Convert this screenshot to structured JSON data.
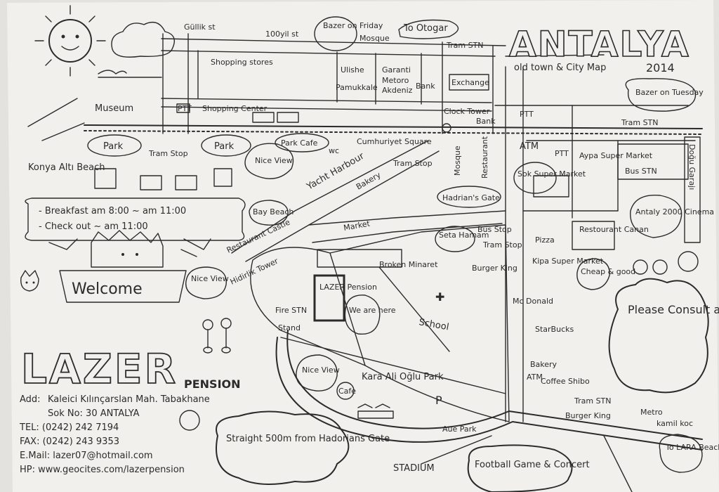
{
  "title": {
    "main": "ANTALYA",
    "sub": "old town & City Map",
    "year": "2014"
  },
  "streets": {
    "gullik": "Güllik st",
    "ikiyil": "100yil st"
  },
  "top_labels": {
    "bazar_friday": "Bazer on Friday",
    "mosque": "Mosque",
    "to_otogar": "To Otogar",
    "tram_stn_top": "Tram STN",
    "shopping_stores": "Shopping stores",
    "ulisha": "Ulishe",
    "pamukkale": "Pamukkale",
    "garanti": "Garanti",
    "metro": "Metoro",
    "akdeniz": "Akdeniz",
    "bank": "Bank",
    "exchange": "Exchange",
    "museum": "Museum",
    "ptt": "PTT",
    "shopping_center": "Shopping Center",
    "clock_tower": "Clock Tower",
    "bank2": "Bank",
    "ptt2": "PTT",
    "tram_stn_right": "Tram STN",
    "bazar_tuesday": "Bazer on Tuesday"
  },
  "mid_labels": {
    "park1": "Park",
    "tram_stop": "Tram Stop",
    "park2": "Park",
    "park_cafe": "Park Cafe",
    "wc": "wc",
    "cumhuriyet": "Cumhuriyet Square",
    "tram_stop2": "Tram Stop",
    "mosque2": "Mosque",
    "restaurant": "Restaurant",
    "atm": "ATM",
    "ptt3": "PTT",
    "sok_market": "Sok Super Market",
    "aypa_market": "Aypa Super Market",
    "bus_stn": "Bus STN",
    "dogu_garaji": "Doğu Garajı",
    "konya": "Konya Altı Beach",
    "nice_view1": "Nice View",
    "yacht_harbour": "Yacht Harbour",
    "bakery": "Bakery",
    "hadrians_gate": "Hadrian's Gate",
    "antalya2000": "Antaly 2000 Cinema",
    "breakfast": "- Breakfast  am 8:00 ~ am 11:00",
    "checkout": "- Check out  ~ am 11:00",
    "bay_beach": "Bay Beach",
    "restaurant_castle": "Restaurant Castle",
    "market": "Market",
    "seta_hamam": "Seta Hamam",
    "bus_stop": "Bus Stop",
    "tram_stop3": "Tram Stop",
    "pizza": "Pizza",
    "restaurant_canan": "Restourant Canan",
    "nice_view2": "Nice View",
    "hidirlik": "Hidirlik Tower",
    "broken_minaret": "Broken Minaret",
    "burger_king": "Burger King",
    "kipa_market": "Kipa Super Market",
    "cheap_good": "Cheap & good",
    "welcome": "Welcome",
    "lazer_pension_box": "LAZER Pension",
    "we_are_here": "We are here",
    "mc_donald": "Mc Donald",
    "fire_stn": "Fire STN",
    "stand": "Stand",
    "school": "School",
    "starbucks": "StarBucks",
    "please_consult": "Please Consult about anything"
  },
  "bottom_labels": {
    "nice_view3": "Nice View",
    "kara_ali": "Kara Ali Oğlu Park",
    "cafe": "Cafe",
    "bakery2": "Bakery",
    "atm2": "ATM",
    "coffee": "Coffee Shibo",
    "tram_stn_bottom": "Tram STN",
    "burger_king2": "Burger King",
    "metro_kamil": "Metro",
    "kamil_koc": "kamil koc",
    "aue_park": "Aue Park",
    "to_lara": "To LARA Beach",
    "straight": "Straight 500m from Hadorians Gate",
    "stadium": "STADIUM",
    "football": "Football Game & Concert"
  },
  "pension": {
    "logo_word": "LAZER",
    "logo_suffix": "PENSION",
    "address_prefix": "Add:",
    "address1": "Kaleici Kılınçarslan Mah. Tabakhane",
    "address2": "Sok No: 30 ANTALYA",
    "tel": "TEL: (0242) 242 7194",
    "fax": "FAX: (0242) 243 9353",
    "email": "E.Mail: lazer07@hotmail.com",
    "hp": "HP: www.geocites.com/lazerpension"
  },
  "colors": {
    "paper": "#f1f0ec",
    "ink": "#2b2b2b",
    "background": "#e4e2df"
  }
}
